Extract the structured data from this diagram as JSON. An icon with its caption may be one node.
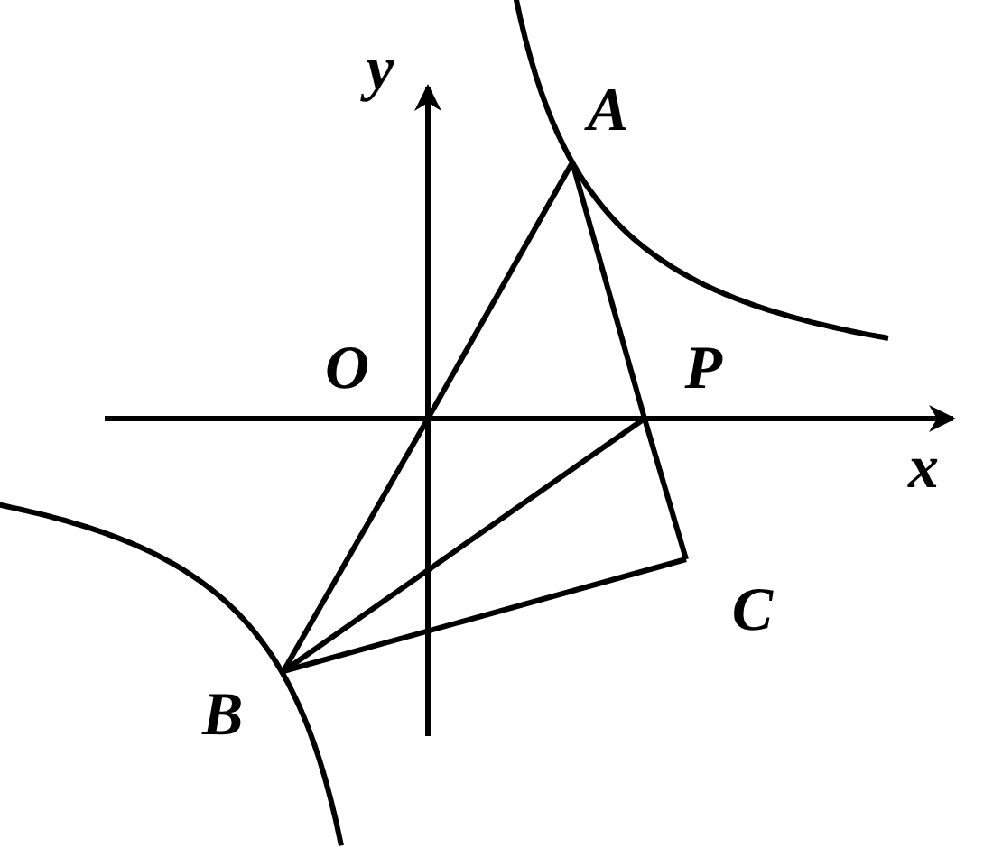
{
  "diagram": {
    "nodes": [
      {
        "text": [
          "A"
        ]
      },
      {
        "text": [
          "O"
        ]
      },
      {
        "text": [
          "P"
        ]
      },
      {
        "text": [
          "C"
        ]
      },
      {
        "text": [
          "B"
        ]
      }
    ],
    "edges": [
      {
        "from": 0,
        "to": 1,
        "arrow": "none"
      },
      {
        "from": 1,
        "to": 4,
        "arrow": "none"
      },
      {
        "from": 0,
        "to": 2,
        "arrow": "none"
      },
      {
        "from": 2,
        "to": 3,
        "arrow": "none"
      },
      {
        "from": 3,
        "to": 4,
        "arrow": "none"
      },
      {
        "from": 4,
        "to": 2,
        "arrow": "none"
      }
    ],
    "labels": [
      "y",
      "x"
    ]
  }
}
